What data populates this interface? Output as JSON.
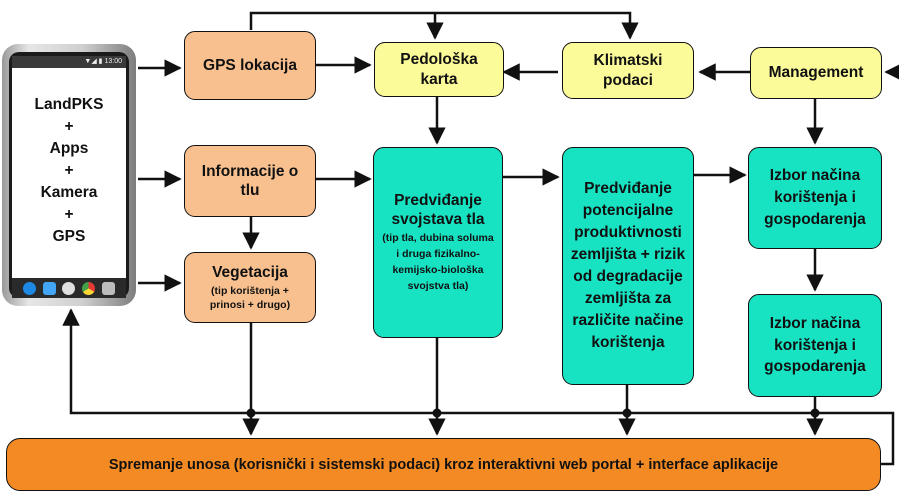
{
  "phone": {
    "status_time": "▼◢ ▮ 13:00",
    "lines": [
      "LandPKS",
      "+",
      "Apps",
      "+",
      "Kamera",
      "+",
      "GPS"
    ],
    "dock_icons": [
      "phone-icon",
      "messages-icon",
      "browser-icon",
      "chrome-icon",
      "camera-icon"
    ]
  },
  "boxes": {
    "gps": {
      "label": "GPS lokacija"
    },
    "info": {
      "label": "Informacije o tlu"
    },
    "vegetacija": {
      "label": "Vegetacija",
      "sub": "(tip korištenja + prinosi + drugo)"
    },
    "pedoloska": {
      "label": "Pedološka karta"
    },
    "klimatski": {
      "label": "Klimatski podaci"
    },
    "management": {
      "label": "Management"
    },
    "predvidjanje_svojstava": {
      "label": "Predviđanje svojstava tla",
      "sub": "(tip tla, dubina soluma i druga fizikalno-kemijsko-biološka svojstva tla)"
    },
    "predvidjanje_potencijalne": {
      "label": "Predviđanje potencijalne produktivnosti zemljišta + rizik od degradacije zemljišta za različite načine korištenja"
    },
    "izbor1": {
      "label": "Izbor načina korištenja i gospodarenja"
    },
    "izbor2": {
      "label": "Izbor načina korištenja i gospodarenja"
    }
  },
  "bottom": {
    "label": "Spremanje unosa (korisnički i sistemski podaci) kroz interaktivni web portal + interface aplikacije"
  },
  "colors": {
    "orange": "#f8c08f",
    "yellow": "#fbfb9a",
    "teal": "#17e3c3",
    "bar": "#f48a23"
  }
}
